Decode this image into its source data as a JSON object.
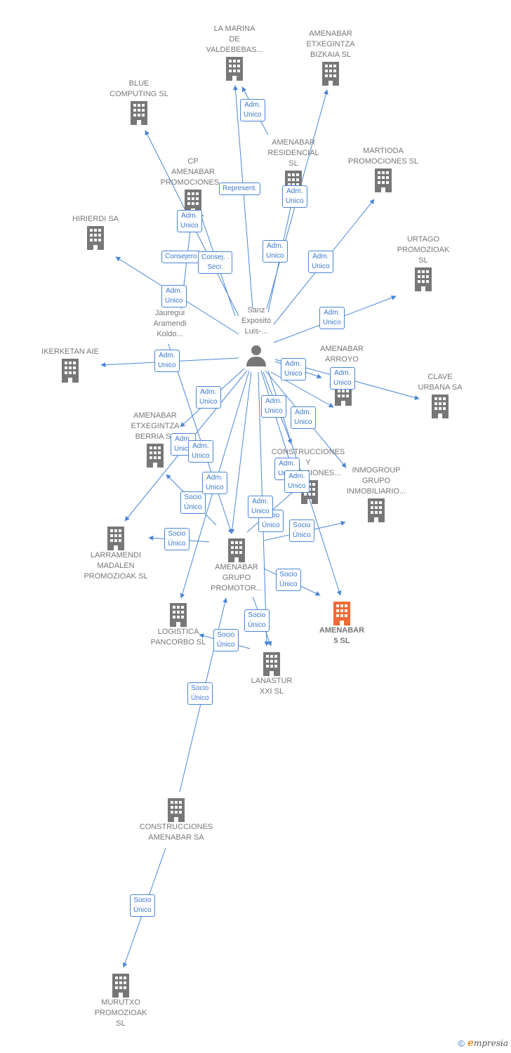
{
  "colors": {
    "edge": "#4a86d8",
    "building": "#777777",
    "target": "#f06a35",
    "person": "#777777"
  },
  "nodes": {
    "marina": {
      "label": "LA MARINA\nDE\nVALDEBEBAS...",
      "icon": "building-icon"
    },
    "etx_bizkaia": {
      "label": "AMENABAR\nETXEGINTZA\nBIZKAIA  SL",
      "icon": "building-icon"
    },
    "blue": {
      "label": "BLUE\nCOMPUTING SL",
      "icon": "building-icon"
    },
    "residencial": {
      "label": "AMENABAR\nRESIDENCIAL\nSL",
      "icon": "building-icon"
    },
    "martioda": {
      "label": "MARTIODA\nPROMOCIONES SL",
      "icon": "building-icon"
    },
    "cp": {
      "label": "CP\nAMENABAR\nPROMOCIONES...",
      "icon": "building-icon"
    },
    "hirierdi": {
      "label": "HIRIERDI SA",
      "icon": "building-icon"
    },
    "urtago": {
      "label": "URTAGO\nPROMOZIOAK\nSL",
      "icon": "building-icon"
    },
    "jauregui": {
      "label": "Jauregui\nAramendi\nKoldo...",
      "icon": "person-icon"
    },
    "sanz": {
      "label": "Sanz\nExposito\nLuis-...",
      "icon": "person-icon"
    },
    "ikerketan": {
      "label": "IKERKETAN AIE",
      "icon": "building-icon"
    },
    "arroyo": {
      "label": "AMENABAR\nARROYO",
      "icon": "building-icon"
    },
    "clave": {
      "label": "CLAVE\nURBANA SA",
      "icon": "building-icon"
    },
    "etx_berria": {
      "label": "AMENABAR\nETXEGINTZA\nBERRIA  SL",
      "icon": "building-icon"
    },
    "construcciones_y": {
      "label": "CONSTRUCCIONES\nY\nPROMOCIONES...",
      "icon": "building-icon"
    },
    "inmogroup": {
      "label": "INMOGROUP\nGRUPO\nINMOBILIARIO...",
      "icon": "building-icon"
    },
    "larramendi": {
      "label": "LARRAMENDI\nMADALEN\nPROMOZIOAK SL",
      "icon": "building-icon"
    },
    "grupo": {
      "label": "AMENABAR\nGRUPO\nPROMOTOR...",
      "icon": "building-icon"
    },
    "amenabar5": {
      "label": "AMENABAR\n5  SL",
      "icon": "building-icon"
    },
    "logistica": {
      "label": "LOGISTICA\nPANCORBO SL",
      "icon": "building-icon"
    },
    "lanastur": {
      "label": "LANASTUR\nXXI SL",
      "icon": "building-icon"
    },
    "construcciones_sa": {
      "label": "CONSTRUCCIONES\nAMENABAR SA",
      "icon": "building-icon"
    },
    "murutxo": {
      "label": "MURUTXO\nPROMOZIOAK\nSL",
      "icon": "building-icon"
    }
  },
  "badges": {
    "b1": "Adm.\nUnico",
    "b2": "Represent.",
    "b3": "Adm.\nUnico",
    "b4": "Adm.\nUnico",
    "b5": "Consejero",
    "b6": "Consej. .\nSecr.",
    "b7": "Adm.\nUnico",
    "b8": "Adm.\nUnico",
    "b9": "Adm.\nUnico",
    "b10": "Adm.\nUnico",
    "b11": "Adm.\nUnico",
    "b12": "Adm.\nUnico",
    "b13": "Adm.\nUnico",
    "b14": "Adm.\nUnico",
    "b15": "Adm.\nUnico",
    "b16": "Adm.\nUnico",
    "b17": "Adm.\nUnico",
    "b18": "Adm.\nUnico",
    "b19": "Adm.\nUnico",
    "b20": "Socio\nÚnico",
    "b21": "Adm.\nUnico",
    "b22": "Adm.\nUnico",
    "b23": "Socio\nÚnico",
    "b24": "Socio\nÚnico",
    "b25": "Adm.\nUnico",
    "b26": "Socio\nÚnico",
    "b27": "Socio\nÚnico",
    "b28": "Socio\nÚnico",
    "b29": "Socio\nÚnico",
    "b30": "Socio\nÚnico",
    "b31": "Socio\nÚnico",
    "b32": "Socio\nÚnico"
  },
  "footer": {
    "copyright": "©",
    "brand_initial": "e",
    "brand_rest": "mpresia"
  }
}
